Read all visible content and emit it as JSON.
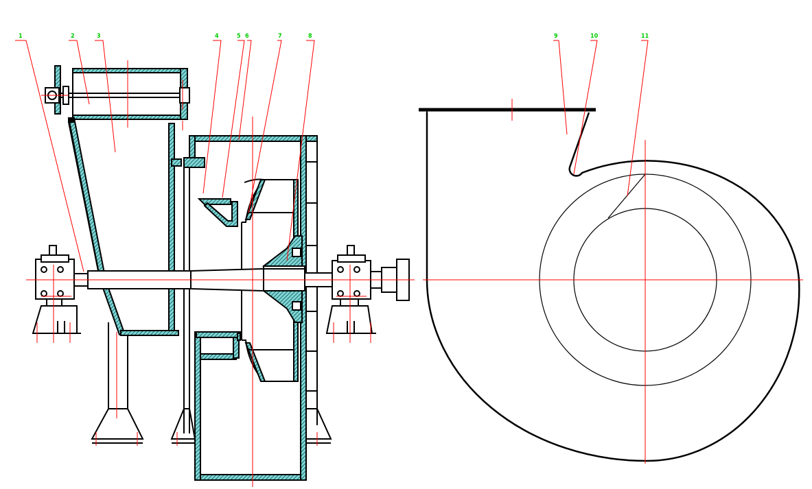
{
  "canvas": {
    "background": "#ffffff"
  },
  "colors": {
    "outline": "#000000",
    "section_fill": "#7fd6d6",
    "hatch": "#0b4b4b",
    "center_line": "#ff0000",
    "leader_line": "#ff0000",
    "label_text": "#00cc00"
  },
  "views": {
    "section_view": {
      "name": "fan-side-section-view"
    },
    "front_view": {
      "name": "fan-volute-front-view"
    }
  },
  "part_labels": [
    "1",
    "2",
    "3",
    "4",
    "5",
    "6",
    "7",
    "8",
    "9",
    "10",
    "11"
  ]
}
